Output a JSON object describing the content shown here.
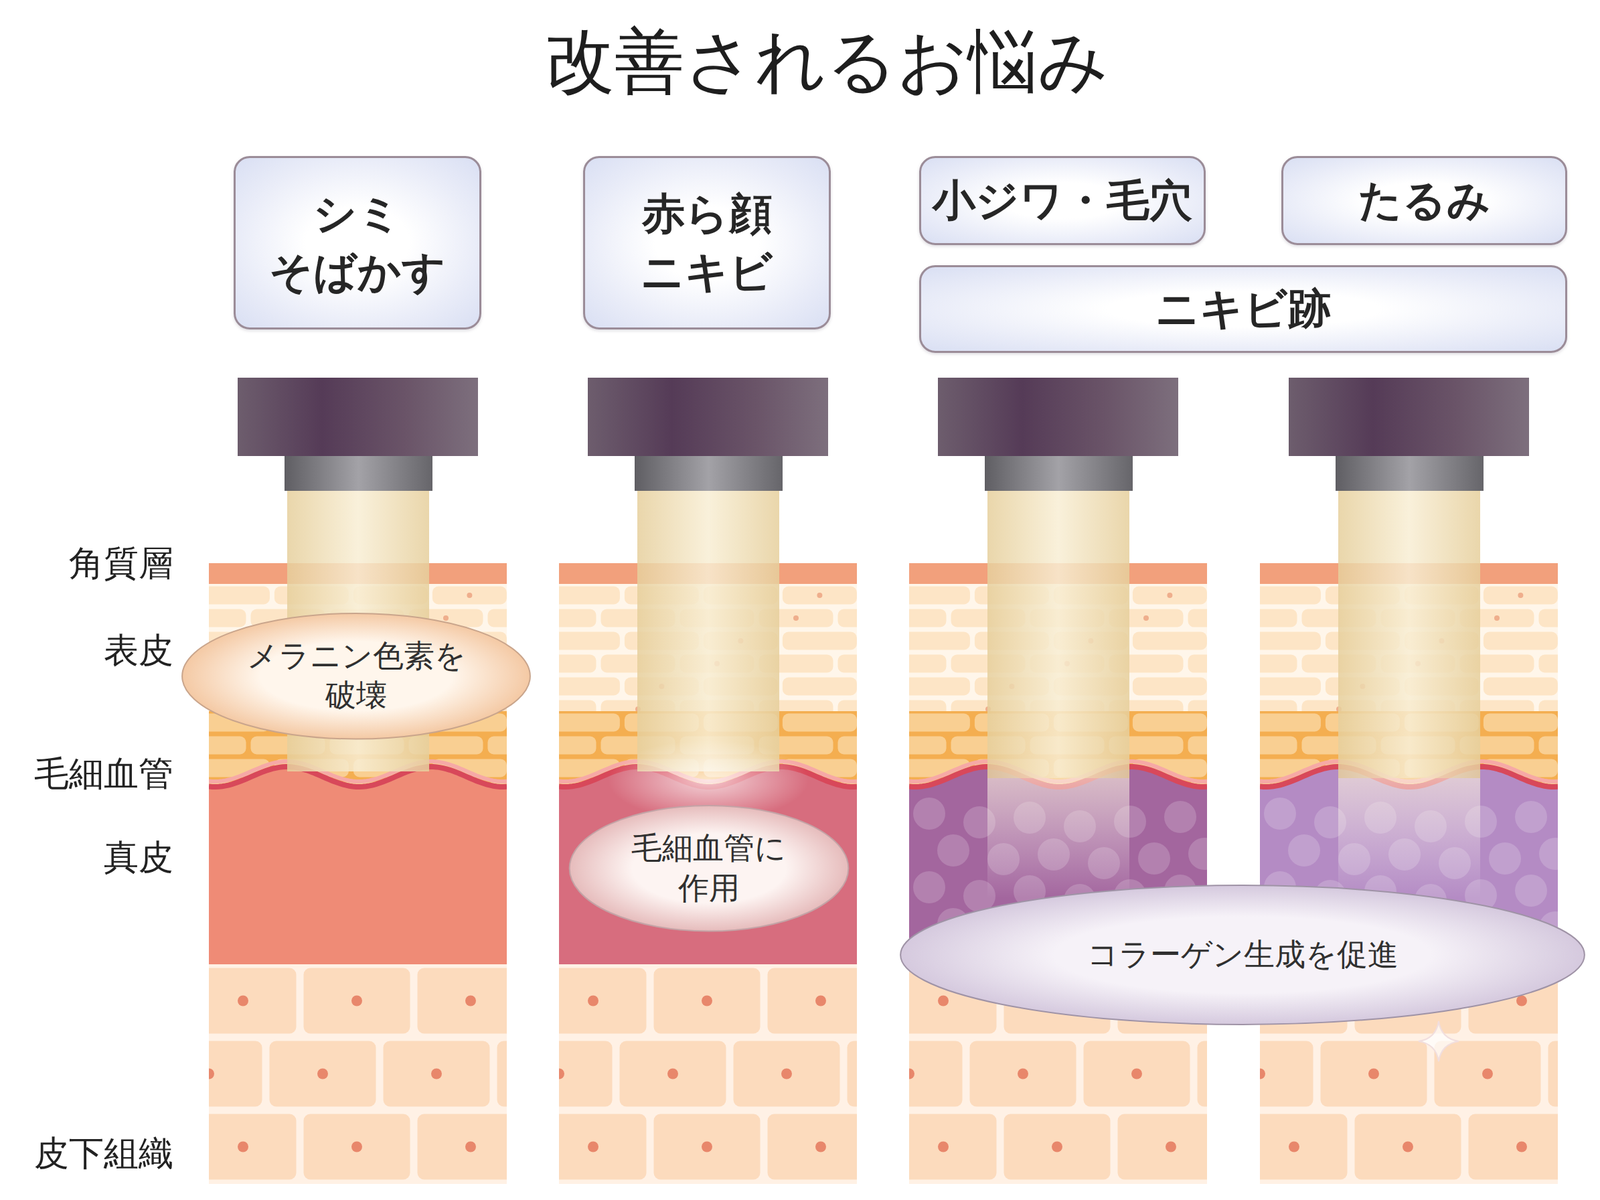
{
  "diagram": {
    "title": "改善されるお悩み",
    "nodes": [
      {
        "text": [
          "シミ そばかす"
        ]
      },
      {
        "text": [
          "赤ら顔 ニキビ"
        ]
      },
      {
        "text": [
          "小ジワ・毛穴"
        ]
      },
      {
        "text": [
          "たるみ"
        ]
      },
      {
        "text": [
          "ニキビ跡"
        ]
      },
      {
        "text": [
          "メラニン色素を 破壊"
        ]
      },
      {
        "text": [
          "毛細血管に 作用"
        ]
      },
      {
        "text": [
          "コラーゲン生成を促進"
        ]
      }
    ],
    "labels": [
      "角質層",
      "表皮",
      "毛細血管",
      "真皮",
      "皮下組織"
    ]
  }
}
